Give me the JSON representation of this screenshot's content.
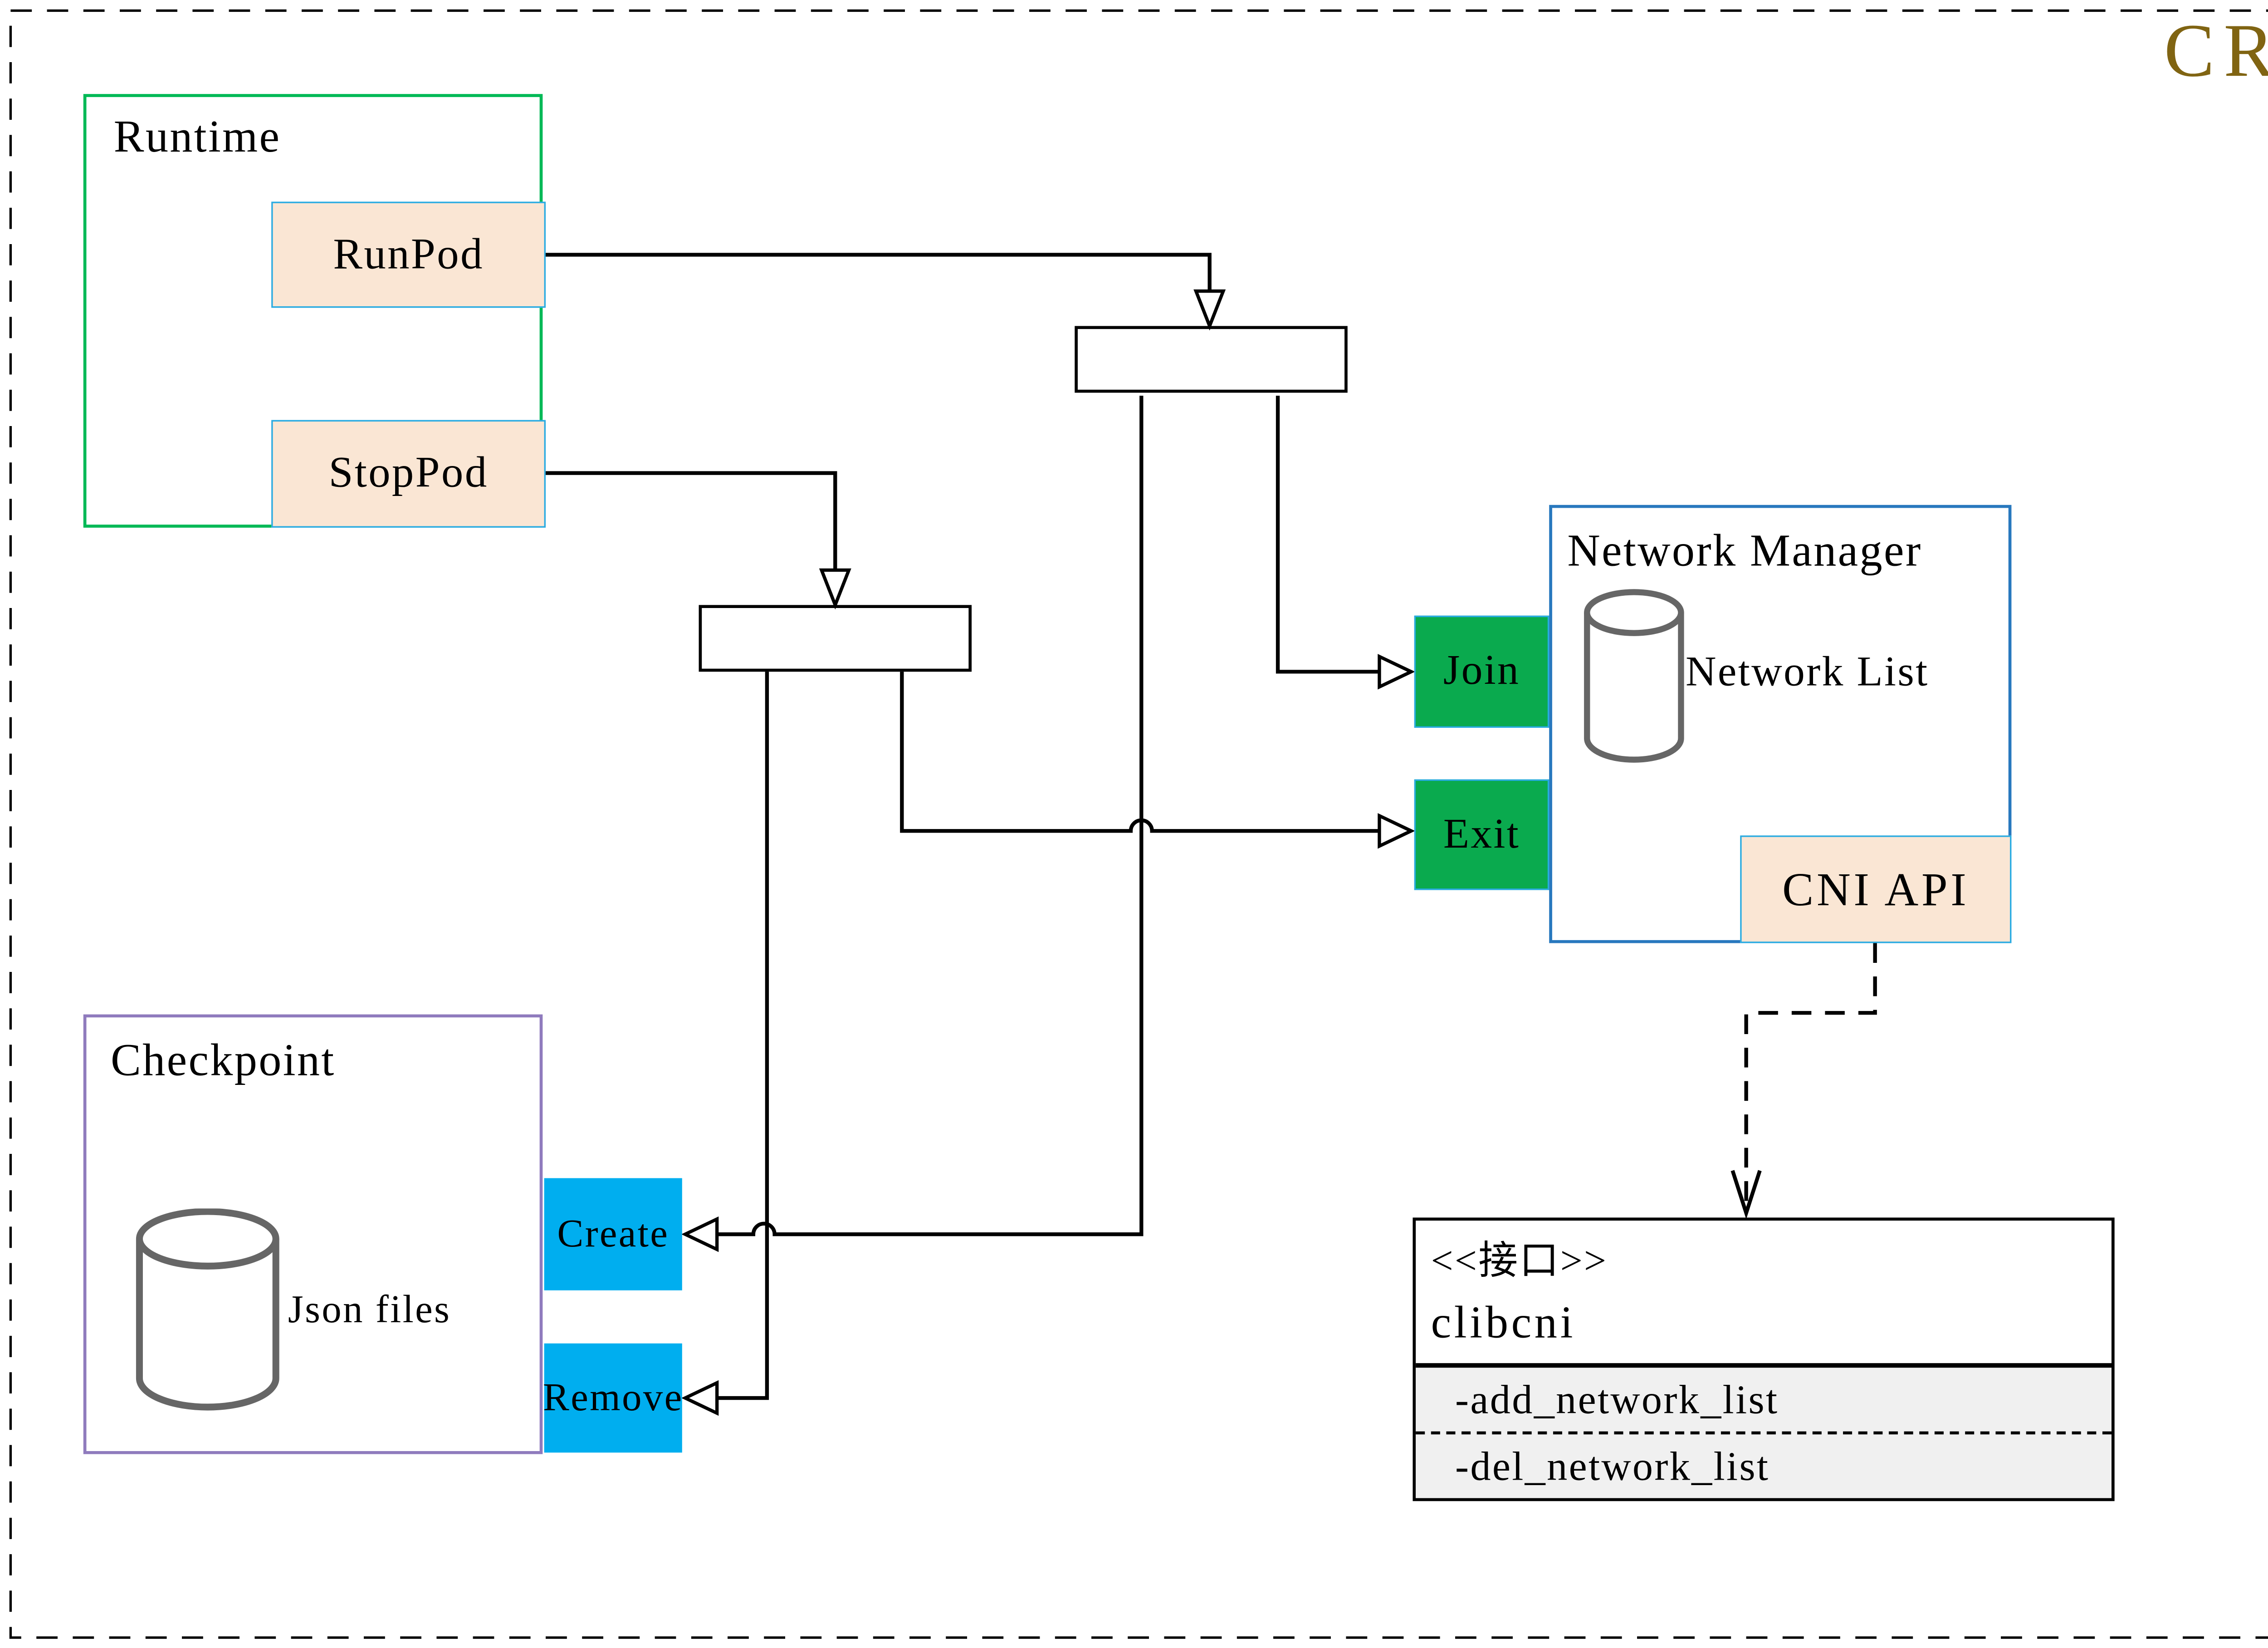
{
  "title": "CRI",
  "runtime": {
    "label": "Runtime",
    "runpod_label": "RunPod",
    "stoppod_label": "StopPod"
  },
  "network_manager": {
    "label": "Network Manager",
    "database_label": "Network List",
    "join_label": "Join",
    "exit_label": "Exit",
    "cni_api_label": "CNI API"
  },
  "checkpoint": {
    "label": "Checkpoint",
    "database_label": "Json files",
    "create_label": "Create",
    "remove_label": "Remove"
  },
  "clibcni": {
    "stereotype": "<<接口>>",
    "name": "clibcni",
    "methods": [
      "-add_network_list",
      "-del_network_list"
    ]
  },
  "colors": {
    "title_gold": "#806412",
    "runtime_border_green": "#00b956",
    "network_manager_border_blue": "#2878be",
    "checkpoint_border_purple": "#8f7bbd",
    "chip_peach_fill": "#fae6d4",
    "chip_cyan_border": "#29abe2",
    "chip_green_fill": "#0aaa4e",
    "chip_blue_fill": "#00aeef",
    "uml_attrs_gray": "#f0f0f0",
    "cylinder_gray": "#666666"
  }
}
